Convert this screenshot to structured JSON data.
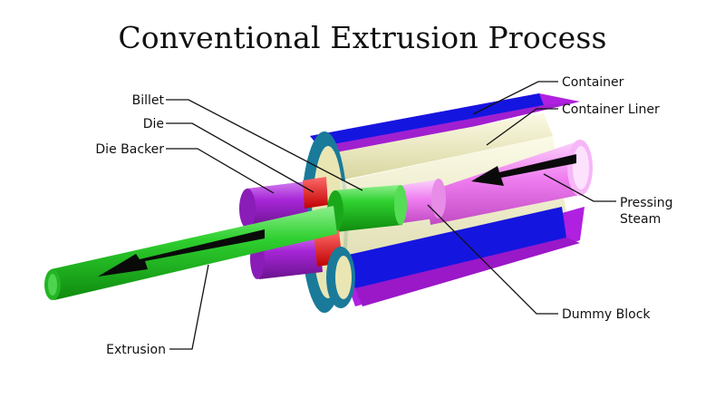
{
  "title": "Conventional Extrusion Process",
  "labels": {
    "billet": "Billet",
    "die": "Die",
    "die_backer": "Die Backer",
    "extrusion": "Extrusion",
    "container": "Container",
    "container_liner": "Container Liner",
    "pressing_steam_line1": "Pressing",
    "pressing_steam_line2": "Steam",
    "dummy_block": "Dummy Block"
  },
  "colors": {
    "container_outer": "#1515e0",
    "container_side": "#b020e0",
    "container_end": "#1a7a9a",
    "liner": "#f2f0c8",
    "billet": "#22c422",
    "die": "#ee1111",
    "die_backer": "#a626d6",
    "ram": "#ef7ef0",
    "arrow": "#0a0a0a"
  }
}
